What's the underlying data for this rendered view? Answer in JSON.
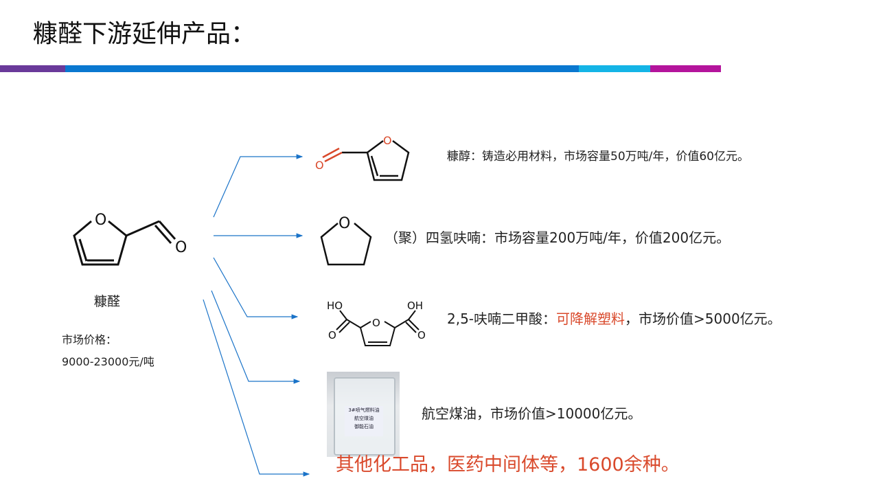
{
  "title": "糠醛下游延伸产品：",
  "colors": {
    "bar": [
      "#6a3a9a",
      "#0a78d0",
      "#14b4e6",
      "#b4149c"
    ],
    "accent_red": "#d9492b",
    "arrow": "#1a73c8"
  },
  "source": {
    "name": "糠醛",
    "price_label": "市场价格：",
    "price_value": "9000-23000元/吨",
    "atom_o": "O"
  },
  "products": [
    {
      "text": "糠醇：铸造必用材料，市场容量50万吨/年，价值60亿元。"
    },
    {
      "text": "（聚）四氢呋喃：市场容量200万吨/年，价值200亿元。"
    },
    {
      "text_a": "2,5-呋喃二甲酸：",
      "text_red": "可降解塑料",
      "text_b": "，市场价值>5000亿元。",
      "ho": "HO",
      "oh": "OH"
    },
    {
      "text": "航空煤油，市场价值>10000亿元。",
      "photo_label": [
        "3#喷气燃料油",
        "航空煤油",
        "御能石油"
      ]
    },
    {
      "text": "其他化工品，医药中间体等，1600余种。"
    }
  ]
}
